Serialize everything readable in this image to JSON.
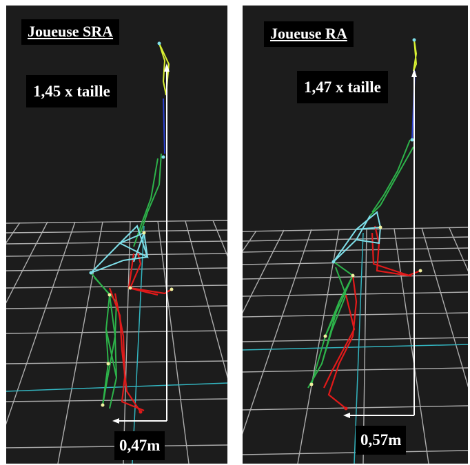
{
  "panels": [
    {
      "title": "Joueuse SRA",
      "height_factor": "1,45 x taille",
      "distance": "0,47m"
    },
    {
      "title": "Joueuse RA",
      "height_factor": "1,47 x taille",
      "distance": "0,57m"
    }
  ],
  "colors": {
    "background": "#1c1c1c",
    "grid": "#cfcfcf",
    "limb_left": "#2db34a",
    "limb_right": "#e11a1a",
    "trunk": "#7fe0ea",
    "head": "#d8f032",
    "arrow": "#ffffff",
    "axis_cyan": "#33b5c0"
  }
}
